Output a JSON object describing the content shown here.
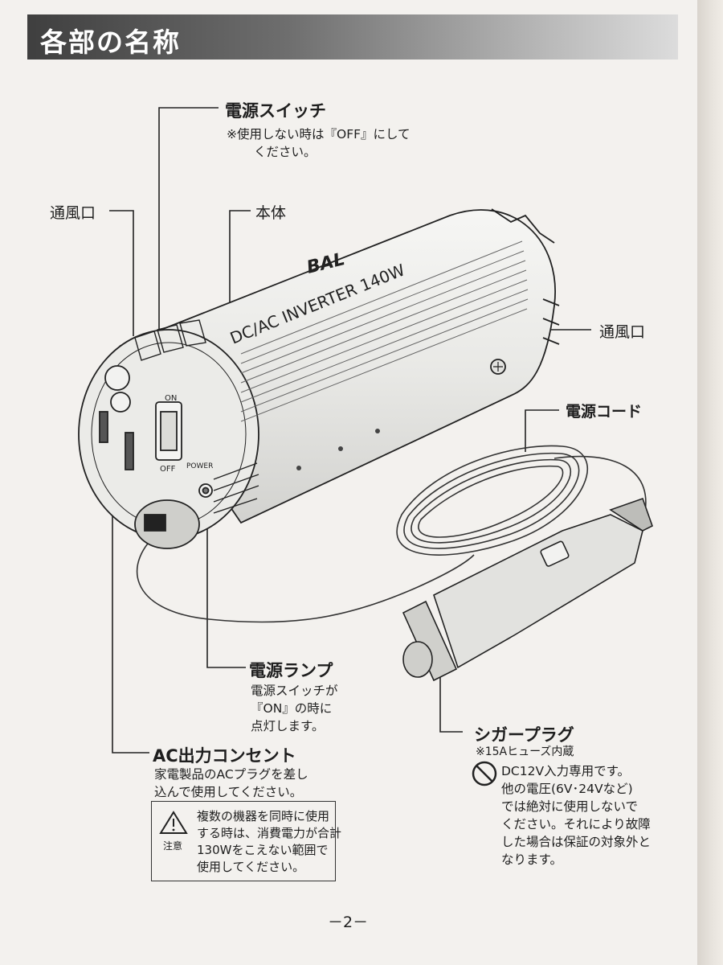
{
  "heading": "各部の名称",
  "labels": {
    "power_switch": {
      "title": "電源スイッチ",
      "note_lines": [
        "※使用しない時は『OFF』にして",
        "ください。"
      ]
    },
    "vent_left": "通風口",
    "vent_right": "通風口",
    "body": "本体",
    "power_cord": "電源コード",
    "power_lamp": {
      "title": "電源ランプ",
      "note_lines": [
        "電源スイッチが",
        "『ON』の時に",
        "点灯します。"
      ]
    },
    "cigar_plug": {
      "title": "シガープラグ",
      "fuse_note": "※15Aヒューズ内蔵",
      "warning_lines": [
        "DC12V入力専用です。",
        "他の電圧(6V･24Vなど)",
        "では絶対に使用しないで",
        "ください。それにより故障",
        "した場合は保証の対象外と",
        "なります。"
      ]
    },
    "ac_outlet": {
      "title": "AC出力コンセント",
      "note_lines": [
        "家電製品のACプラグを差し",
        "込んで使用してください。"
      ]
    }
  },
  "caution": {
    "label": "注意",
    "lines": [
      "複数の機器を同時に使用",
      "する時は、消費電力が合計",
      "130Wをこえない範囲で",
      "使用してください。"
    ]
  },
  "device": {
    "brand": "BAL",
    "model_text": "DC/AC INVERTER 140W",
    "switch_on": "ON",
    "switch_off": "OFF",
    "lamp_label": "POWER"
  },
  "page_number": "－2－"
}
